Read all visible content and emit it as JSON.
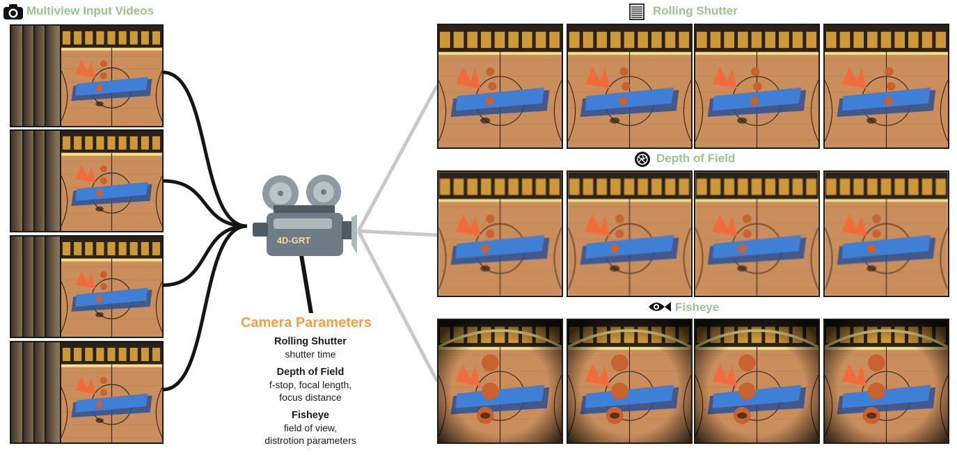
{
  "inputs": {
    "title": "Multiview Input Videos",
    "icon": "camera-icon",
    "video_count": 4
  },
  "camera": {
    "model_label": "4D-GRT",
    "icon": "film-camera-icon",
    "body_color": "#6f7c85",
    "screen_color": "#aeb8bd"
  },
  "parameters": {
    "title": "Camera Parameters",
    "title_color": "#f0a04b",
    "items": [
      {
        "name": "Rolling Shutter",
        "values": [
          "shutter time"
        ]
      },
      {
        "name": "Depth of Field",
        "values": [
          "f-stop, focal length,",
          "focus distance"
        ]
      },
      {
        "name": "Fisheye",
        "values": [
          "field of view,",
          "distrotion parameters"
        ]
      }
    ]
  },
  "outputs": {
    "title_color": "#98c58b",
    "rows": [
      {
        "title": "Rolling Shutter",
        "icon": "rolling-shutter-icon",
        "effect": "rolling",
        "frame_count": 4
      },
      {
        "title": "Depth of Field",
        "icon": "aperture-icon",
        "effect": "dof",
        "frame_count": 4
      },
      {
        "title": "Fisheye",
        "icon": "fisheye-icon",
        "effect": "fisheye",
        "frame_count": 4
      }
    ]
  },
  "colors": {
    "court_wood": "#c98e5c",
    "seats": "#e0a53c",
    "logo_blue": "#3f7fd6",
    "logo_orange": "#f26b3a",
    "ball": "#c8622f",
    "connector_dark": "#151515",
    "connector_light": "#c8c8c8"
  }
}
